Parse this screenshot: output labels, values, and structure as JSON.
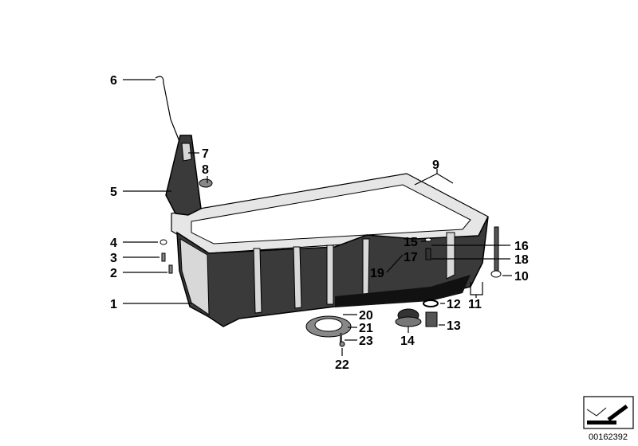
{
  "diagram": {
    "labels": {
      "p1": "1",
      "p2": "2",
      "p3": "3",
      "p4": "4",
      "p5": "5",
      "p6": "6",
      "p7": "7",
      "p8": "8",
      "p9": "9",
      "p10": "10",
      "p11": "11",
      "p12": "12",
      "p13": "13",
      "p14": "14",
      "p15": "15",
      "p16": "16",
      "p17": "17",
      "p18": "18",
      "p19": "19",
      "p20": "20",
      "p21": "21",
      "p22": "22",
      "p23": "23"
    },
    "image_id": "00162392",
    "logo_icon": "drawing-stamp-icon"
  }
}
